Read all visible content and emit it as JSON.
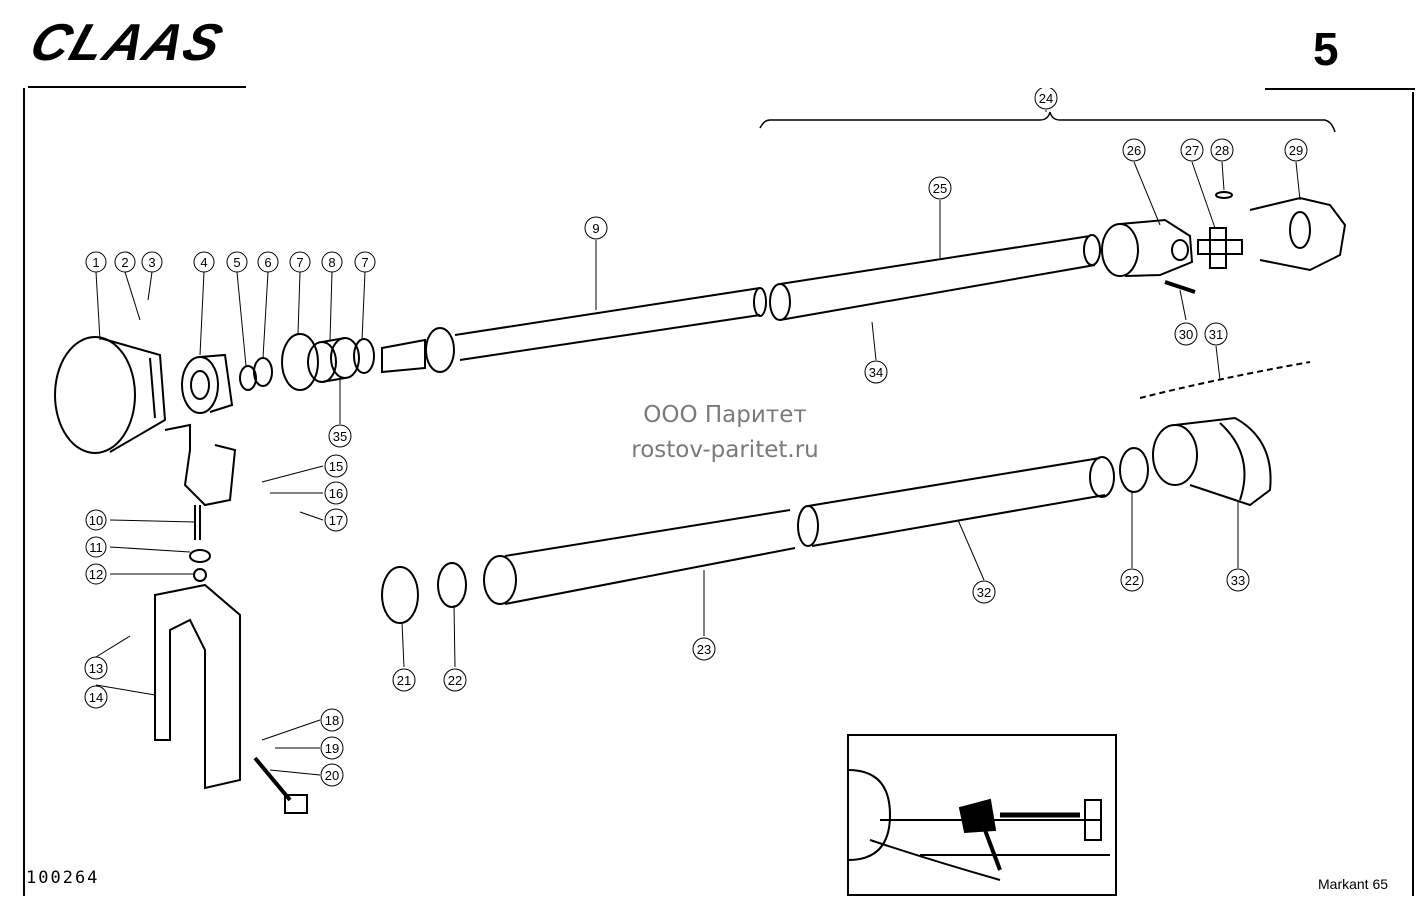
{
  "brand": "CLAAS",
  "page_number": "5",
  "document_number": "100264",
  "model": "Markant 65",
  "watermark": {
    "line1": "ООО Паритет",
    "line2": "rostov-paritet.ru"
  },
  "callouts": [
    "1",
    "2",
    "3",
    "4",
    "5",
    "6",
    "7",
    "8",
    "7",
    "9",
    "10",
    "11",
    "12",
    "13",
    "14",
    "15",
    "16",
    "17",
    "18",
    "19",
    "20",
    "21",
    "22",
    "23",
    "22",
    "24",
    "25",
    "26",
    "27",
    "28",
    "29",
    "30",
    "31",
    "32",
    "33",
    "34",
    "35"
  ],
  "colors": {
    "ink": "#000000",
    "paper": "#ffffff",
    "watermark": "#7a7a7a"
  }
}
